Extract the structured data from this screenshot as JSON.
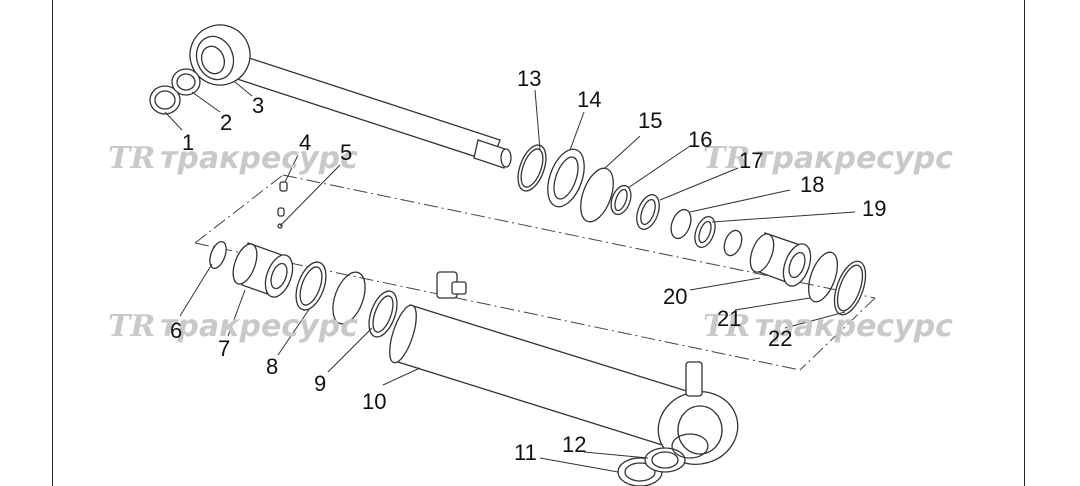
{
  "watermark": {
    "logo": "TR",
    "text": "тракресурс"
  },
  "callouts": [
    {
      "id": "1",
      "label": "1"
    },
    {
      "id": "2",
      "label": "2"
    },
    {
      "id": "3",
      "label": "3"
    },
    {
      "id": "4",
      "label": "4"
    },
    {
      "id": "5",
      "label": "5"
    },
    {
      "id": "6",
      "label": "6"
    },
    {
      "id": "7",
      "label": "7"
    },
    {
      "id": "8",
      "label": "8"
    },
    {
      "id": "9",
      "label": "9"
    },
    {
      "id": "10",
      "label": "10"
    },
    {
      "id": "11",
      "label": "11"
    },
    {
      "id": "12",
      "label": "12"
    },
    {
      "id": "13",
      "label": "13"
    },
    {
      "id": "14",
      "label": "14"
    },
    {
      "id": "15",
      "label": "15"
    },
    {
      "id": "16",
      "label": "16"
    },
    {
      "id": "17",
      "label": "17"
    },
    {
      "id": "18",
      "label": "18"
    },
    {
      "id": "19",
      "label": "19"
    },
    {
      "id": "20",
      "label": "20"
    },
    {
      "id": "21",
      "label": "21"
    },
    {
      "id": "22",
      "label": "22"
    }
  ]
}
